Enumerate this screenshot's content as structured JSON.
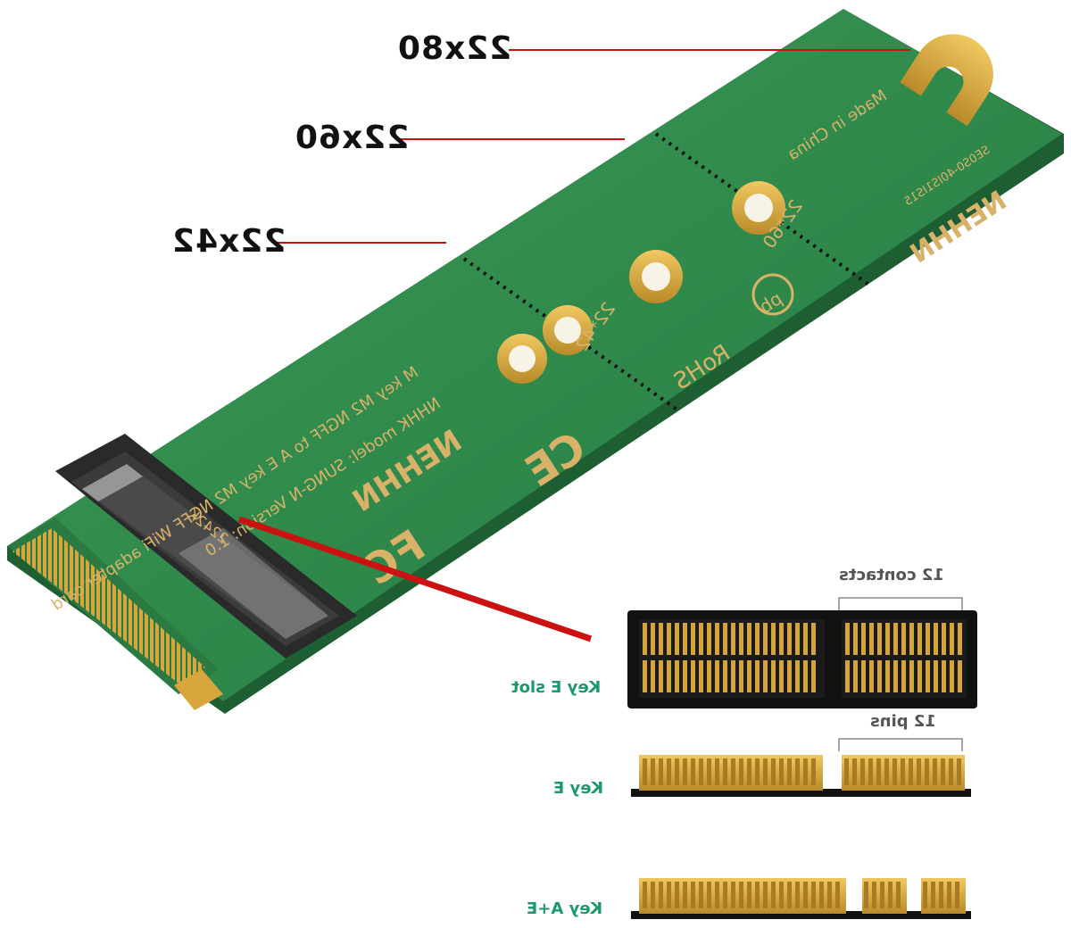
{
  "image": {
    "subject": "M.2 Key M to Key E adapter board",
    "dimension_labels": [
      "22x80",
      "22x60",
      "22x42"
    ],
    "pcb_silkscreen": {
      "brand": "NEHHN",
      "line1": "M key M2 NGFF to A E key M2 NGFF WiFi adapter card",
      "line2": "NHHK model: SUNG-N  Version: 1.0",
      "made_in": "Made in China",
      "sizes": [
        "22*42",
        "22*60"
      ],
      "marks": [
        "FC",
        "CE",
        "RoHS",
        "pb"
      ],
      "part_no": "SE0S0-40IS1IS15",
      "connector_text": "2242K"
    },
    "diagram": {
      "slot_label": "Key E slot",
      "contacts_label": "12 contacts",
      "pins_label": "12 pins",
      "key_e_label": "Key E",
      "key_ae_label": "Key A+E"
    },
    "colors": {
      "pcb_green": "#2f8a4c",
      "gold": "#d4a640",
      "label_green": "#1a9a6a",
      "pointer_red": "#cc1111"
    }
  }
}
